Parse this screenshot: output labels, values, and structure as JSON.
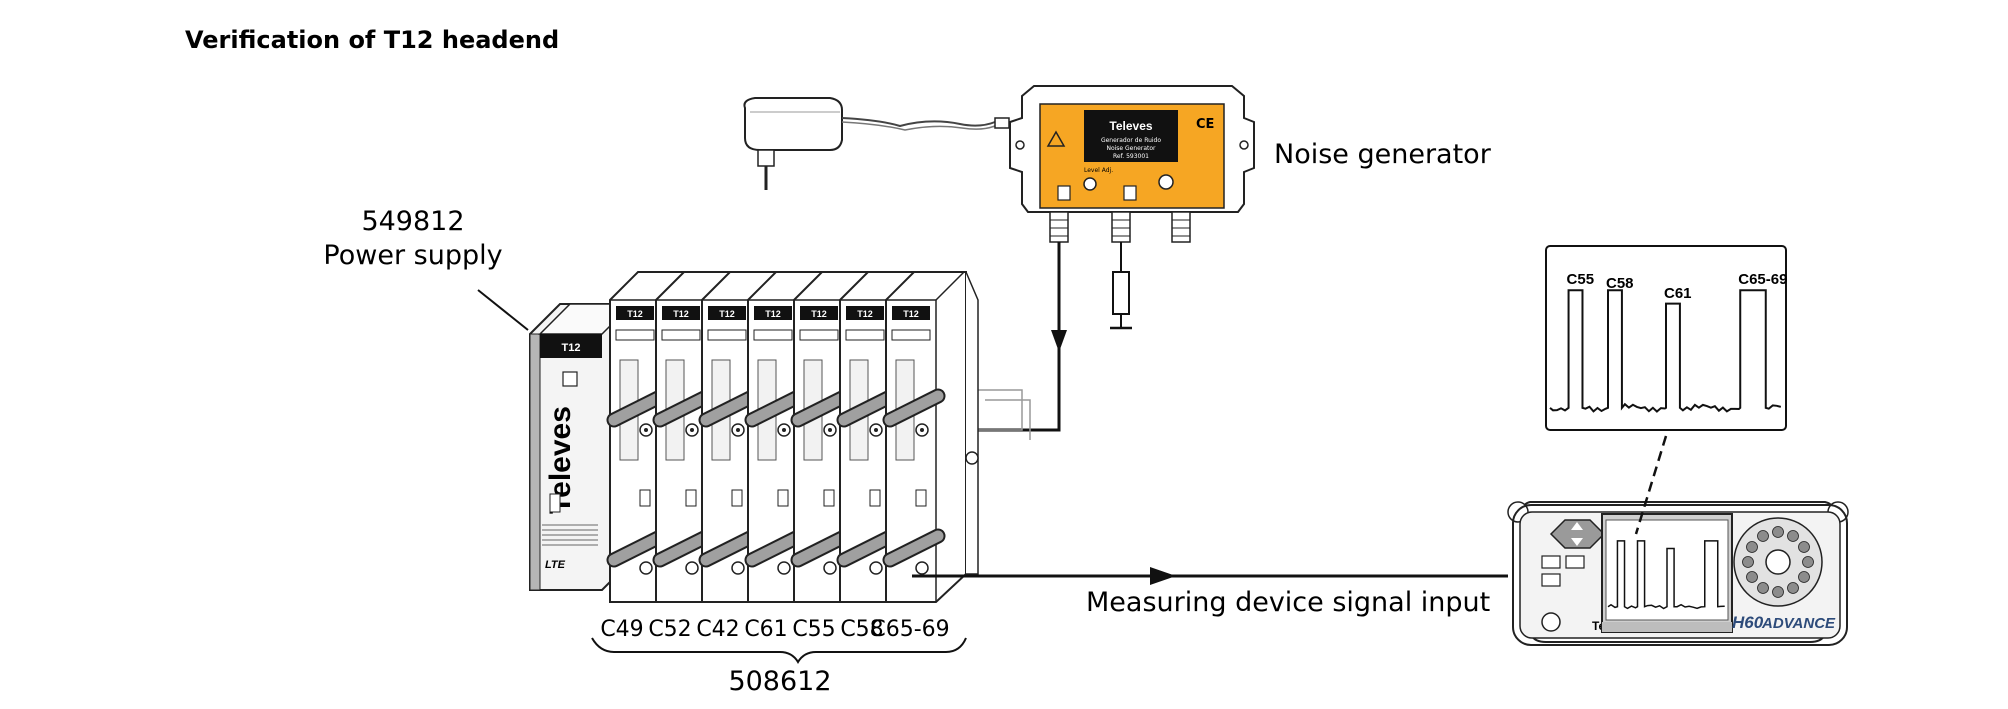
{
  "title": "Verification of T12 headend",
  "labels": {
    "power_supply_ref": "549812",
    "power_supply": "Power supply",
    "noise_generator": "Noise generator",
    "measuring_input": "Measuring device signal input",
    "module_ref": "508612"
  },
  "channels": [
    "C49",
    "C52",
    "C42",
    "C61",
    "C55",
    "C58",
    "C65-69"
  ],
  "spectrum": {
    "peaks": [
      "C55",
      "C58",
      "C61",
      "C65-69"
    ]
  },
  "devices": {
    "module_tag": "T12",
    "brand": "Televes",
    "lte_mark": "LTE",
    "meter_model": "H60",
    "meter_edition": "ADVANCE",
    "noise_gen_line1": "Generador de Ruido",
    "noise_gen_line2": "Noise Generator",
    "noise_gen_ref": "Ref. 593001",
    "ce_mark": "CE",
    "level_adj": "Level Adj."
  },
  "colors": {
    "noise_generator_body": "#f6a623",
    "line": "#111111",
    "panel": "#f3f3f3"
  }
}
